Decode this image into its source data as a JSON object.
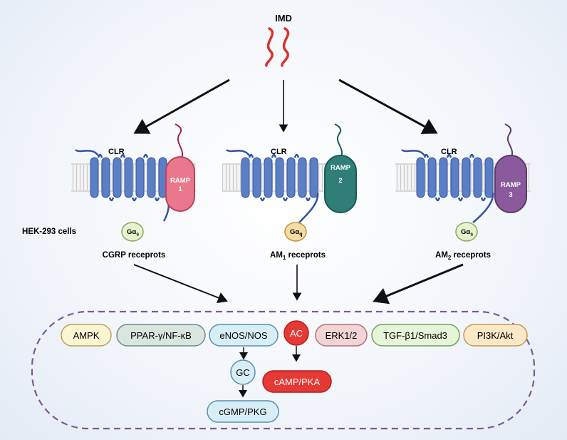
{
  "title": "IMD",
  "cell_label": "HEK-293 cells",
  "receptors": [
    {
      "clr": "CLR",
      "ramp_a": "RAMP",
      "ramp_b": "1",
      "g_main": "Gα",
      "g_sub": "s",
      "rec_main": "CGRP receprots",
      "rec_sub": "",
      "rec_tail": "",
      "ramp_fill": "#e9788c",
      "ramp_stroke": "#b8455c",
      "peptide": "#9b2740"
    },
    {
      "clr": "CLR",
      "ramp_a": "RAMP",
      "ramp_b": "2",
      "g_main": "Gα",
      "g_sub": "q",
      "rec_main": "AM",
      "rec_sub": "1",
      "rec_tail": " receprots",
      "ramp_fill": "#2f7f78",
      "ramp_stroke": "#1d5a55",
      "peptide": "#1d5a55"
    },
    {
      "clr": "CLR",
      "ramp_a": "RAMP",
      "ramp_b": "3",
      "g_main": "Gα",
      "g_sub": "s",
      "rec_main": "AM",
      "rec_sub": "2",
      "rec_tail": " receprots",
      "ramp_fill": "#8a5a9c",
      "ramp_stroke": "#5e3a70",
      "peptide": "#5e3a70"
    }
  ],
  "pathways": {
    "ampk": "AMPK",
    "ppar": "PPAR-γ/NF-κB",
    "enos": "eNOS/NOS",
    "ac": "AC",
    "erk": "ERK1/2",
    "tgf": "TGF-β1/Smad3",
    "pi3k": "PI3K/Akt",
    "gc": "GC",
    "cgmp": "cGMP/PKG",
    "camp": "cAMP/PKA"
  },
  "colors": {
    "helix": "#5b7fc6",
    "helix_stroke": "#34539a",
    "imd_peptide": "#d8322a",
    "dashed_border": "#7a5a9a",
    "ac_fill": "#e53935"
  }
}
